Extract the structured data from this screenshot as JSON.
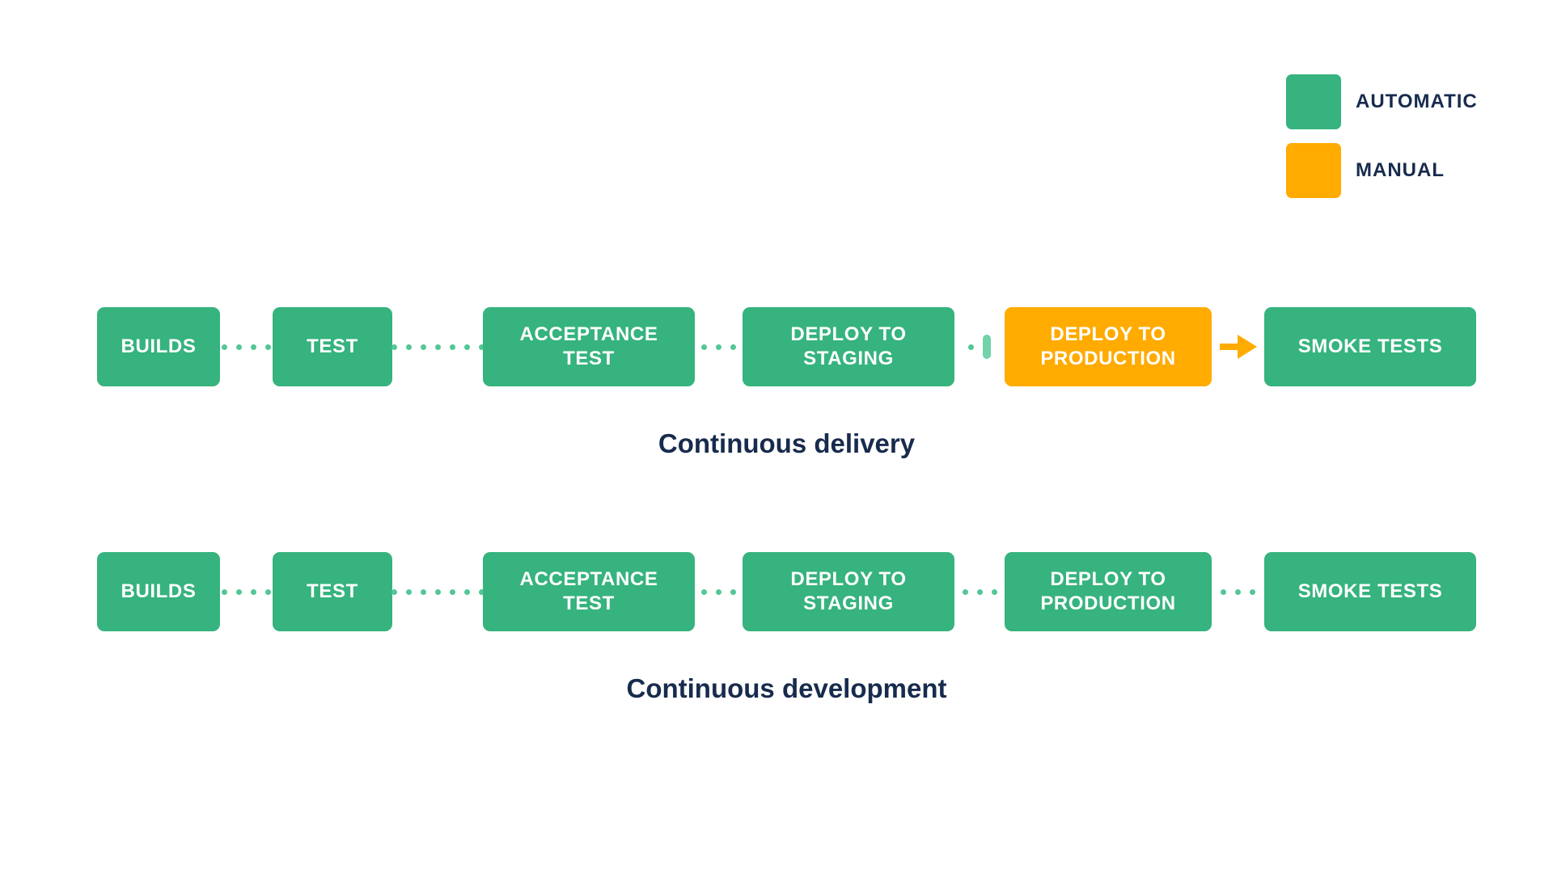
{
  "colors": {
    "automatic": "#36B37E",
    "manual": "#FFAB00",
    "connector_dot": "#53C795",
    "pause_bar": "#72D2A8",
    "text_dark": "#172B4D",
    "stage_text": "#ffffff",
    "background": "#ffffff"
  },
  "legend": {
    "items": [
      {
        "label": "AUTOMATIC",
        "color": "#36B37E"
      },
      {
        "label": "MANUAL",
        "color": "#FFAB00"
      }
    ]
  },
  "pipelines": [
    {
      "caption": "Continuous delivery",
      "stages": [
        {
          "label": "BUILDS",
          "type": "automatic"
        },
        {
          "label": "TEST",
          "type": "automatic"
        },
        {
          "label": "ACCEPTANCE\nTEST",
          "type": "automatic"
        },
        {
          "label": "DEPLOY TO\nSTAGING",
          "type": "automatic"
        },
        {
          "label": "DEPLOY TO\nPRODUCTION",
          "type": "manual"
        },
        {
          "label": "SMOKE TESTS",
          "type": "automatic"
        }
      ],
      "connectors": [
        "dots",
        "dots",
        "dots",
        "dot-pause",
        "manual-arrow"
      ]
    },
    {
      "caption": "Continuous development",
      "stages": [
        {
          "label": "BUILDS",
          "type": "automatic"
        },
        {
          "label": "TEST",
          "type": "automatic"
        },
        {
          "label": "ACCEPTANCE\nTEST",
          "type": "automatic"
        },
        {
          "label": "DEPLOY TO\nSTAGING",
          "type": "automatic"
        },
        {
          "label": "DEPLOY TO\nPRODUCTION",
          "type": "automatic"
        },
        {
          "label": "SMOKE TESTS",
          "type": "automatic"
        }
      ],
      "connectors": [
        "dots",
        "dots",
        "dots",
        "dots",
        "dots"
      ]
    }
  ]
}
